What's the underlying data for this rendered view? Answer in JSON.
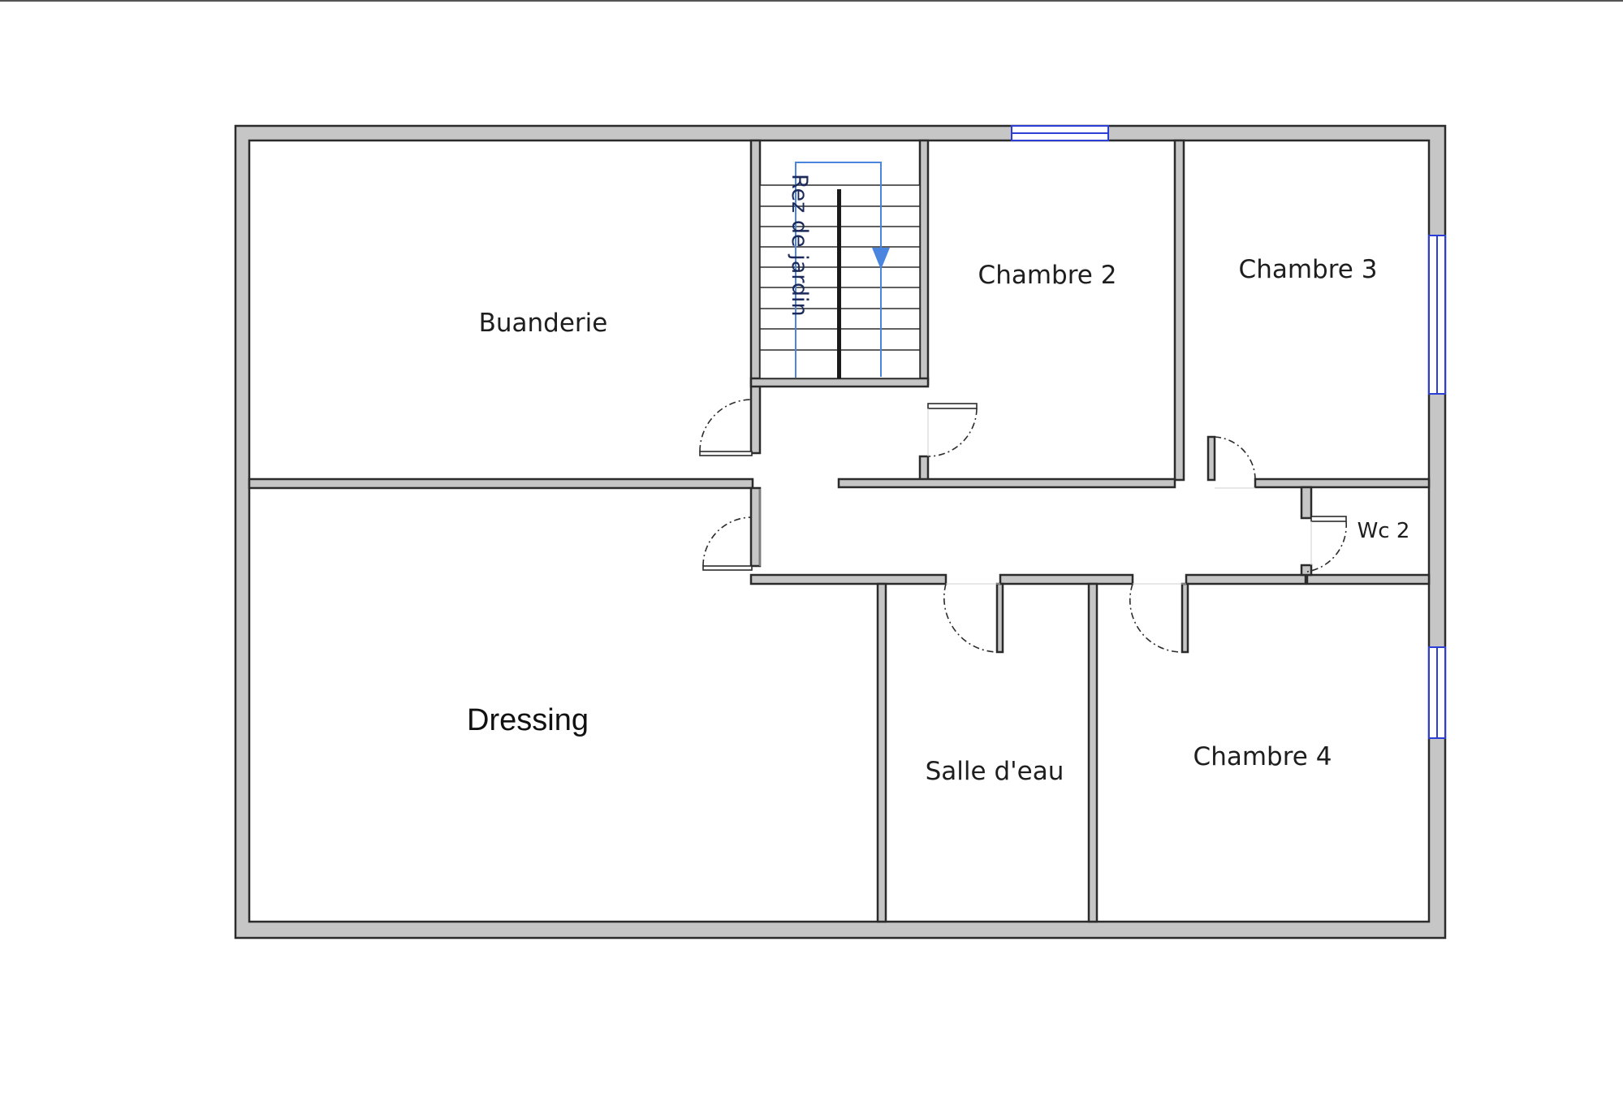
{
  "floor_plan": {
    "rooms": [
      {
        "id": "buanderie",
        "label": "Buanderie"
      },
      {
        "id": "chambre-2",
        "label": "Chambre 2"
      },
      {
        "id": "chambre-3",
        "label": "Chambre 3"
      },
      {
        "id": "wc-2",
        "label": "Wc 2"
      },
      {
        "id": "dressing",
        "label": "Dressing"
      },
      {
        "id": "salle-deau",
        "label": "Salle d'eau"
      },
      {
        "id": "chambre-4",
        "label": "Chambre 4"
      }
    ],
    "stairs": {
      "label": "Rez de jardin"
    }
  },
  "colors": {
    "wall_fill": "#c6c6c6",
    "wall_stroke": "#2b2b2b",
    "window": "#2b3fd6",
    "stair_arrow": "#4a86e0",
    "floor": "#ffffff"
  }
}
